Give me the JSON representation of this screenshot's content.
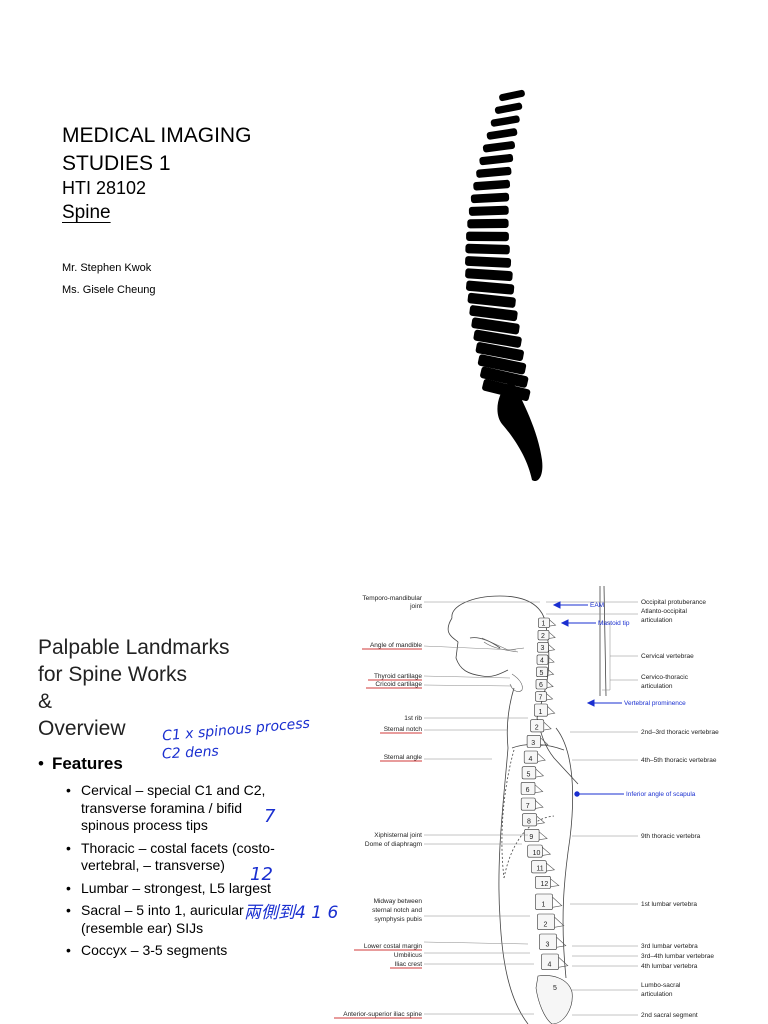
{
  "slide1": {
    "title_line1": "MEDICAL IMAGING",
    "title_line2": "STUDIES 1",
    "course_code": "HTI 28102",
    "topic": "Spine",
    "instructors": [
      "Mr. Stephen Kwok",
      "Ms. Gisele Cheung"
    ]
  },
  "slide2": {
    "title_lines": [
      "Palpable Landmarks",
      "for Spine Works",
      "&",
      "Overview"
    ],
    "features_heading": "Features",
    "bullets": [
      "Cervical – special C1 and C2, transverse foramina / bifid spinous process tips",
      "Thoracic – costal facets (costo-vertebral, – transverse)",
      "Lumbar – strongest, L5 largest",
      "Sacral – 5 into 1, auricular (resemble ear) SIJs",
      "Coccyx – 3-5 segments"
    ],
    "handwriting": {
      "c1c2_line1": "C1 x spinous process",
      "c1c2_line2": "C2 dens",
      "cervical_count": "7",
      "thoracic_count": "12",
      "lumbar_note": "兩側到4 1 6"
    },
    "diagram": {
      "left_labels": [
        "Temporo-mandibular",
        "joint",
        "Angle of mandible",
        "Thyroid cartilage",
        "Cricoid cartilage",
        "1st rib",
        "Sternal notch",
        "Sternal angle",
        "Xiphisternal joint",
        "Dome of diaphragm",
        "Midway between",
        "sternal notch and",
        "symphysis pubis",
        "Lower costal margin",
        "Umbilicus",
        "Iliac crest",
        "Anterior-superior iliac spine"
      ],
      "right_labels": [
        "Occipital protuberance",
        "Atlanto-occipital",
        "articulation",
        "Cervical vertebrae",
        "Cervico-thoracic",
        "articulation",
        "2nd–3rd thoracic vertebrae",
        "4th–5th thoracic vertebrae",
        "9th thoracic vertebra",
        "1st lumbar vertebra",
        "3rd lumbar vertebra",
        "3rd–4th lumbar vertebrae",
        "4th lumbar vertebra",
        "Lumbo-sacral",
        "articulation",
        "2nd sacral segment"
      ],
      "blue_labels": [
        "EAM",
        "Mastoid tip",
        "Vertebral prominence",
        "Inferior angle of scapula"
      ],
      "cervical_numbers": [
        "1",
        "2",
        "3",
        "4",
        "5",
        "6",
        "7"
      ],
      "thoracic_numbers": [
        "1",
        "2",
        "3",
        "4",
        "5",
        "6",
        "7",
        "8",
        "9",
        "10",
        "11",
        "12"
      ],
      "lumbar_numbers": [
        "1",
        "2",
        "3",
        "4",
        "5"
      ]
    },
    "colors": {
      "handwriting": "#1a2fd0",
      "label_underline": "#d23a3a",
      "annotation_blue": "#1a2fd0"
    }
  }
}
